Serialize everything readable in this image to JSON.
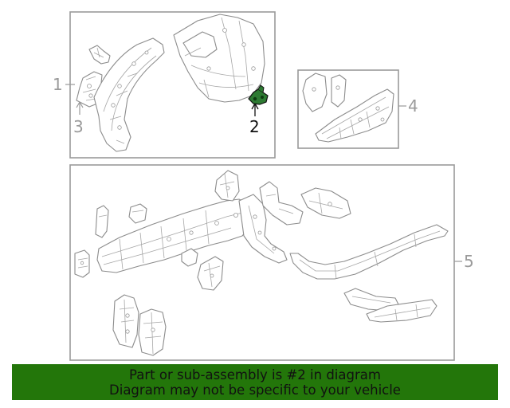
{
  "diagram": {
    "callouts": [
      {
        "id": "1",
        "label": "1"
      },
      {
        "id": "2",
        "label": "2"
      },
      {
        "id": "3",
        "label": "3"
      },
      {
        "id": "4",
        "label": "4"
      },
      {
        "id": "5",
        "label": "5"
      }
    ],
    "highlighted_callout": "2",
    "colors": {
      "line_art": "#8c8c8c",
      "highlight_part": "#2d7a32",
      "banner_bg": "#23760a",
      "banner_text": "#111111"
    }
  },
  "banner": {
    "line1": "Part or sub-assembly is #2 in diagram",
    "line2": "Diagram may not be specific to your vehicle"
  }
}
